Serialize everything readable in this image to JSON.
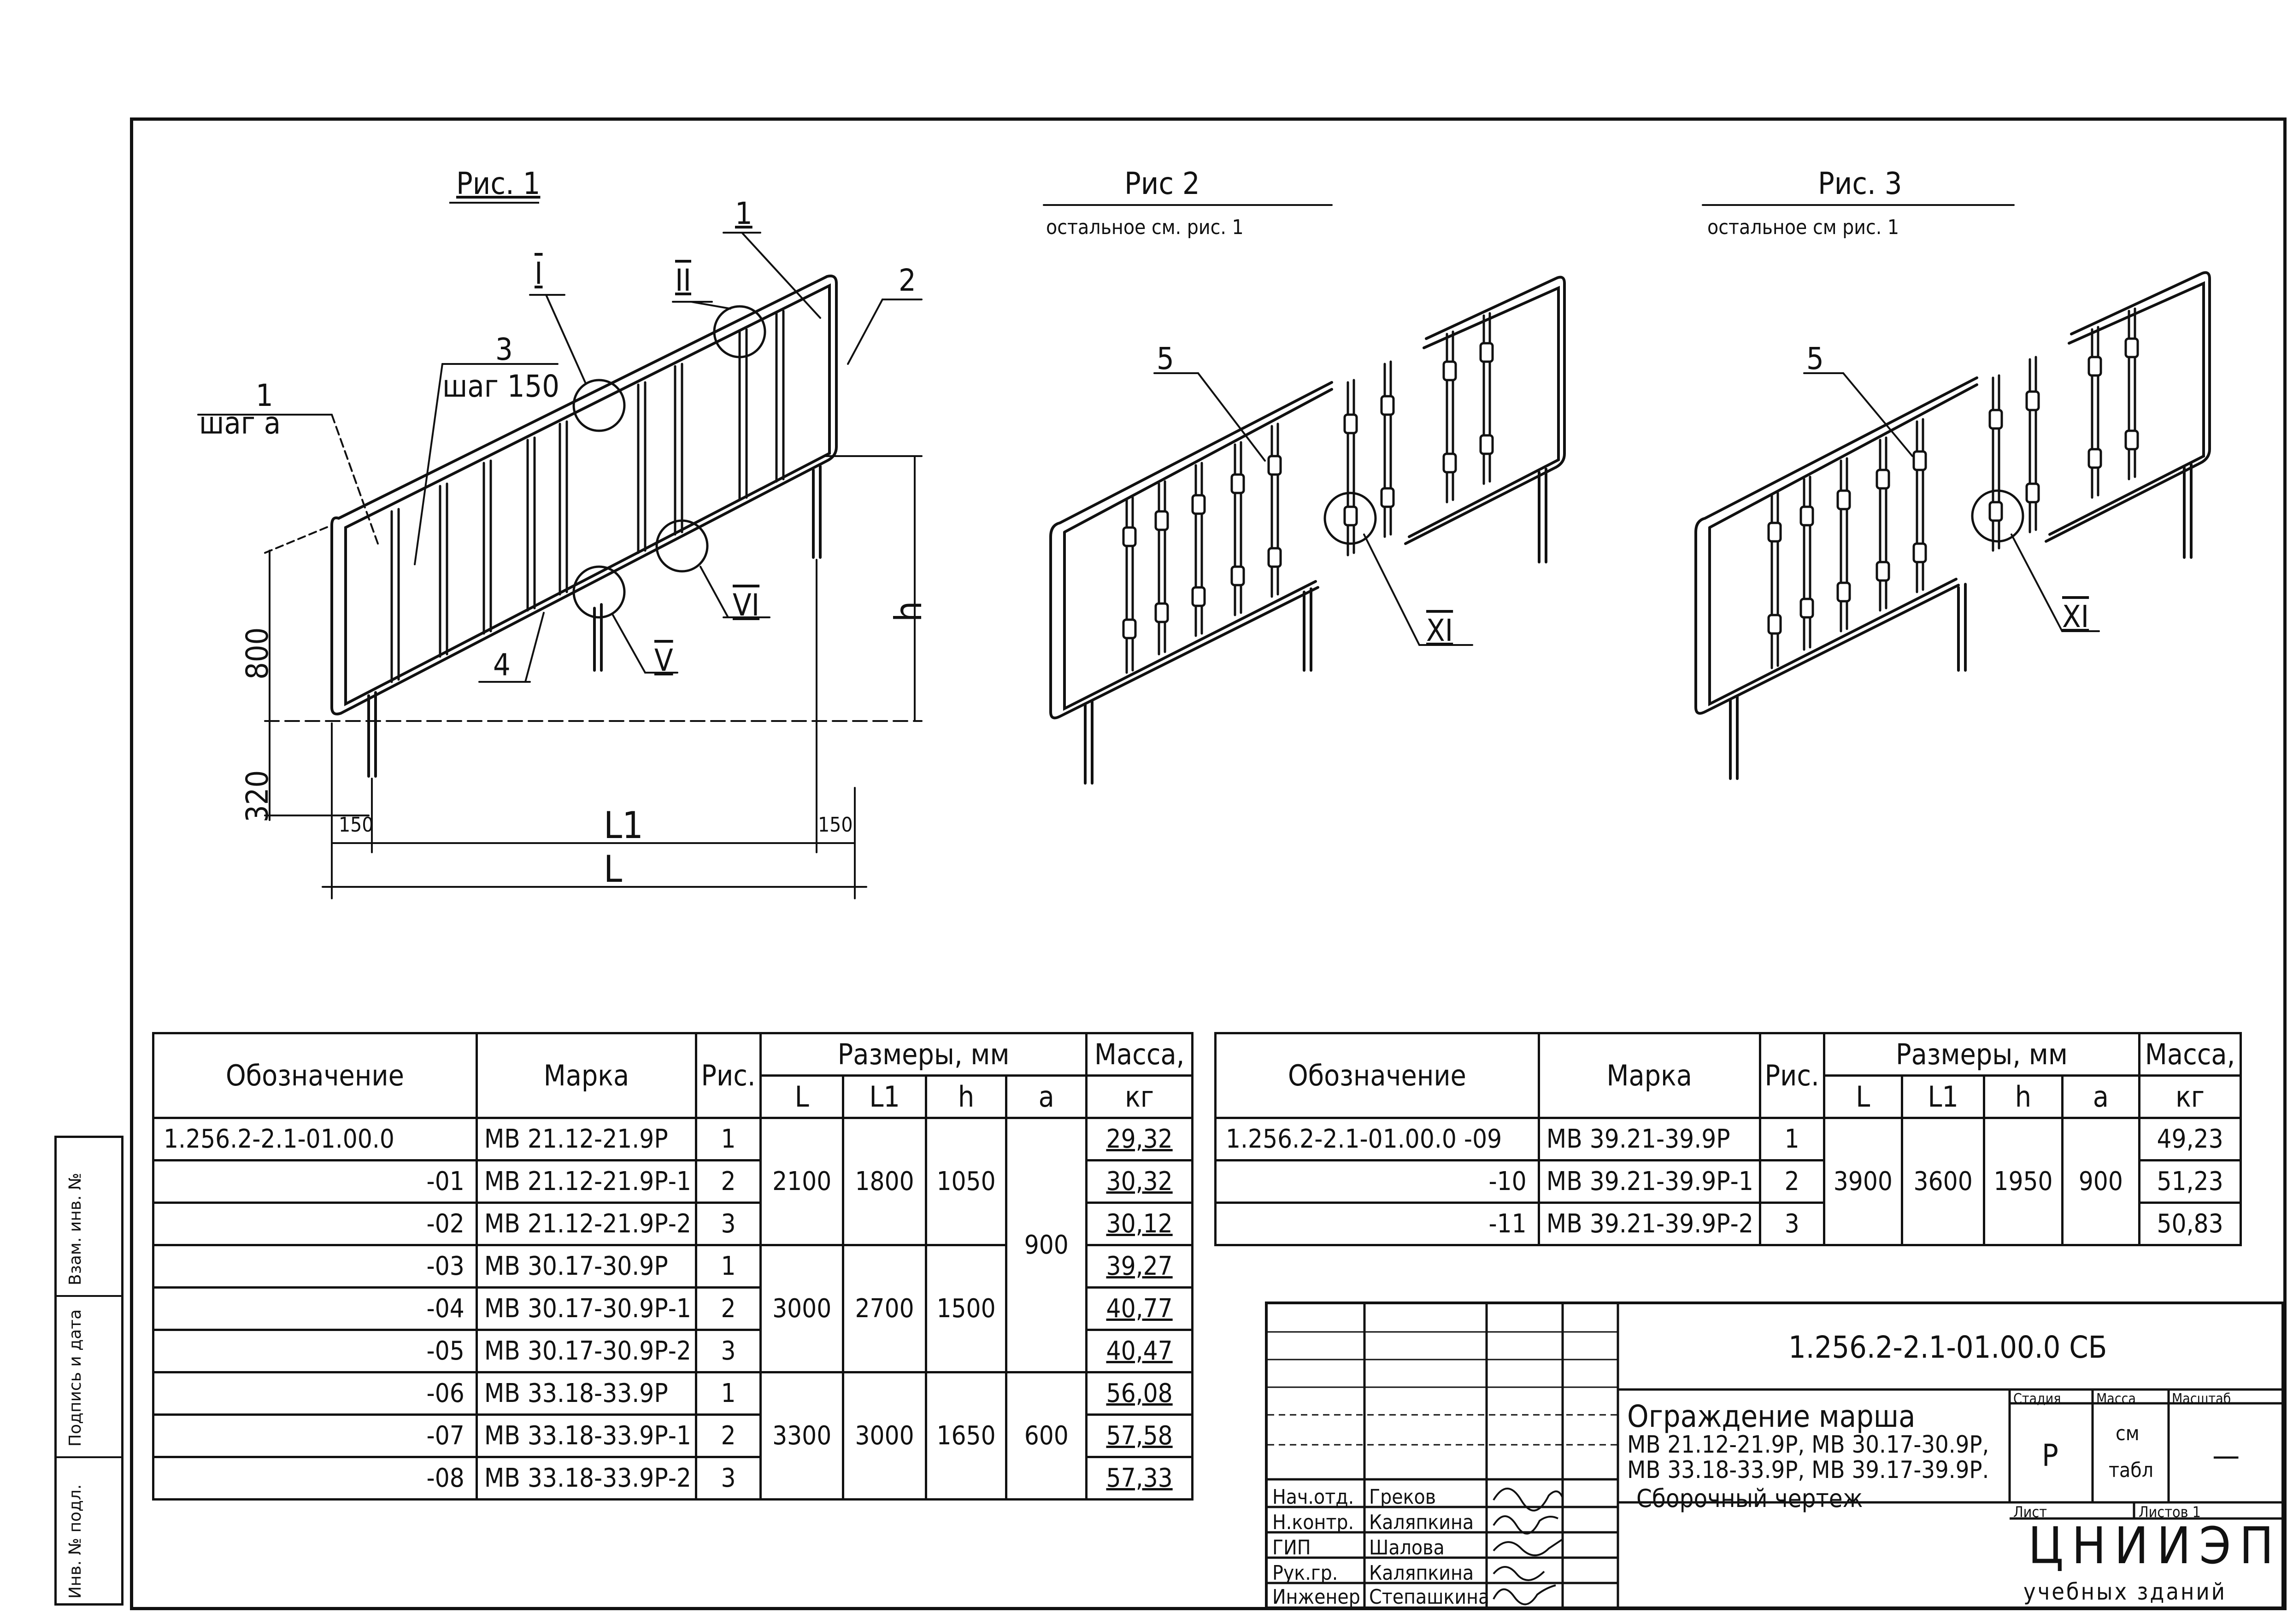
{
  "figures": {
    "fig1": {
      "title": "Рис. 1"
    },
    "fig2": {
      "title": "Рис 2",
      "subtitle": "остальное см. рис. 1"
    },
    "fig3": {
      "title": "Рис. 3",
      "subtitle": "остальное см рис. 1"
    }
  },
  "fig1_labels": {
    "pos1a": "1",
    "step_a": "шаг a",
    "pos3": "3",
    "step150": "шаг 150",
    "node_I": "I",
    "node_II": "II",
    "pos1b": "1",
    "pos2": "2",
    "node_V": "V",
    "node_VI": "VI",
    "pos4": "4",
    "dim800": "800",
    "dim320": "320",
    "dim150l": "150",
    "dim150r": "150",
    "dimL1": "L1",
    "dimL": "L",
    "dimh": "h"
  },
  "fig2_labels": {
    "pos5": "5",
    "node_XI": "XI"
  },
  "fig3_labels": {
    "pos5": "5",
    "node_XI": "XI"
  },
  "table_left": {
    "headers": {
      "designation": "Обозначение",
      "mark": "Марка",
      "fig": "Рис.",
      "sizes": "Размеры, мм",
      "L": "L",
      "L1": "L1",
      "h": "h",
      "a": "a",
      "mass": "Масса,",
      "mass_unit": "кг"
    },
    "rows": [
      {
        "des": "1.256.2-2.1-01.00.0",
        "mark": "МВ 21.12-21.9Р",
        "fig": "1",
        "mass": "29,32"
      },
      {
        "des": "-01",
        "mark": "МВ 21.12-21.9Р-1",
        "fig": "2",
        "mass": "30,32"
      },
      {
        "des": "-02",
        "mark": "МВ 21.12-21.9Р-2",
        "fig": "3",
        "mass": "30,12"
      },
      {
        "des": "-03",
        "mark": "МВ 30.17-30.9Р",
        "fig": "1",
        "mass": "39,27"
      },
      {
        "des": "-04",
        "mark": "МВ 30.17-30.9Р-1",
        "fig": "2",
        "mass": "40,77"
      },
      {
        "des": "-05",
        "mark": "МВ 30.17-30.9Р-2",
        "fig": "3",
        "mass": "40,47"
      },
      {
        "des": "-06",
        "mark": "МВ 33.18-33.9Р",
        "fig": "1",
        "mass": "56,08"
      },
      {
        "des": "-07",
        "mark": "МВ 33.18-33.9Р-1",
        "fig": "2",
        "mass": "57,58"
      },
      {
        "des": "-08",
        "mark": "МВ 33.18-33.9Р-2",
        "fig": "3",
        "mass": "57,33"
      }
    ],
    "groups": [
      {
        "L": "2100",
        "L1": "1800",
        "h": "1050"
      },
      {
        "L": "3000",
        "L1": "2700",
        "h": "1500"
      },
      {
        "L": "3300",
        "L1": "3000",
        "h": "1650"
      }
    ],
    "a_values": {
      "first": "900",
      "last": "600"
    }
  },
  "table_right": {
    "headers": {
      "designation": "Обозначение",
      "mark": "Марка",
      "fig": "Рис.",
      "sizes": "Размеры, мм",
      "L": "L",
      "L1": "L1",
      "h": "h",
      "a": "a",
      "mass": "Масса,",
      "mass_unit": "кг"
    },
    "rows": [
      {
        "des": "1.256.2-2.1-01.00.0 -09",
        "mark": "МВ 39.21-39.9Р",
        "fig": "1",
        "mass": "49,23"
      },
      {
        "des": "-10",
        "mark": "МВ 39.21-39.9Р-1",
        "fig": "2",
        "mass": "51,23"
      },
      {
        "des": "-11",
        "mark": "МВ 39.21-39.9Р-2",
        "fig": "3",
        "mass": "50,83"
      }
    ],
    "group": {
      "L": "3900",
      "L1": "3600",
      "h": "1950",
      "a": "900"
    }
  },
  "stamp": {
    "doc_code": "1.256.2-2.1-01.00.0 СБ",
    "title_line1": "Ограждение марша",
    "title_line2": "МВ 21.12-21.9Р, МВ 30.17-30.9Р,",
    "title_line3": "МВ 33.18-33.9Р, МВ 39.17-39.9Р.",
    "title_line4": "Сборочный чертеж",
    "stage_label": "Стадия",
    "mass_label": "Масса",
    "scale_label": "Масштаб",
    "stage_value": "Р",
    "mass_value1": "см",
    "mass_value2": "табл",
    "scale_value": "—",
    "sheet_label": "Лист",
    "sheets_label": "Листов 1",
    "org_line1": "ЦНИИЭП",
    "org_line2": "учебных зданий",
    "roles": [
      {
        "role": "Нач.отд.",
        "name": "Греков"
      },
      {
        "role": "Н.контр.",
        "name": "Каляпкина"
      },
      {
        "role": "ГИП",
        "name": "Шалова"
      },
      {
        "role": "Рук.гр.",
        "name": "Каляпкина"
      },
      {
        "role": "Инженер",
        "name": "Степашкина"
      }
    ]
  },
  "side_block": {
    "inv_orig": "Инв. № подл.",
    "sign_date": "Подпись и дата",
    "inv_replace": "Взам. инв. №"
  }
}
